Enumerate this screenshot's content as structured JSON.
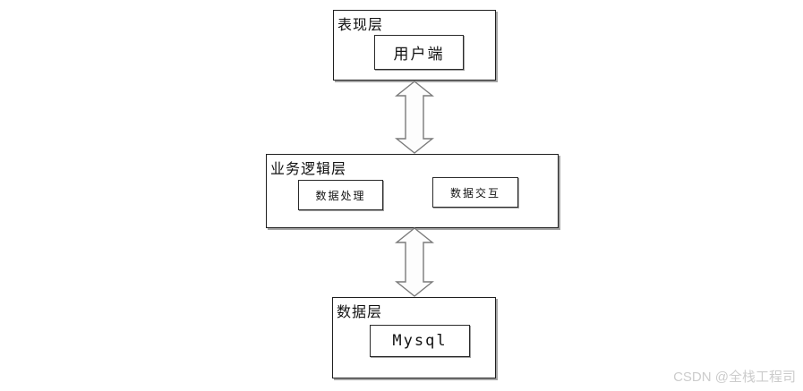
{
  "diagram": {
    "title": "three-tier-architecture",
    "layers": [
      {
        "label": "表现层",
        "nodes": [
          {
            "label": "用户端"
          }
        ]
      },
      {
        "label": "业务逻辑层",
        "nodes": [
          {
            "label": "数据处理"
          },
          {
            "label": "数据交互"
          }
        ]
      },
      {
        "label": "数据层",
        "nodes": [
          {
            "label": "Mysql"
          }
        ]
      }
    ],
    "connectors": [
      {
        "from": "表现层",
        "to": "业务逻辑层",
        "type": "double-headed-vertical-arrow"
      },
      {
        "from": "业务逻辑层",
        "to": "数据层",
        "type": "double-headed-vertical-arrow"
      }
    ]
  },
  "watermark": {
    "text": "CSDN @全栈工程司"
  },
  "colors": {
    "background": "#ffffff",
    "box_border": "#1f1f1f",
    "box_shadow": "#a3a3a3",
    "arrow_outline": "#7a7a7a",
    "arrow_fill": "#fdfdfd",
    "watermark_text": "#cccccc"
  }
}
